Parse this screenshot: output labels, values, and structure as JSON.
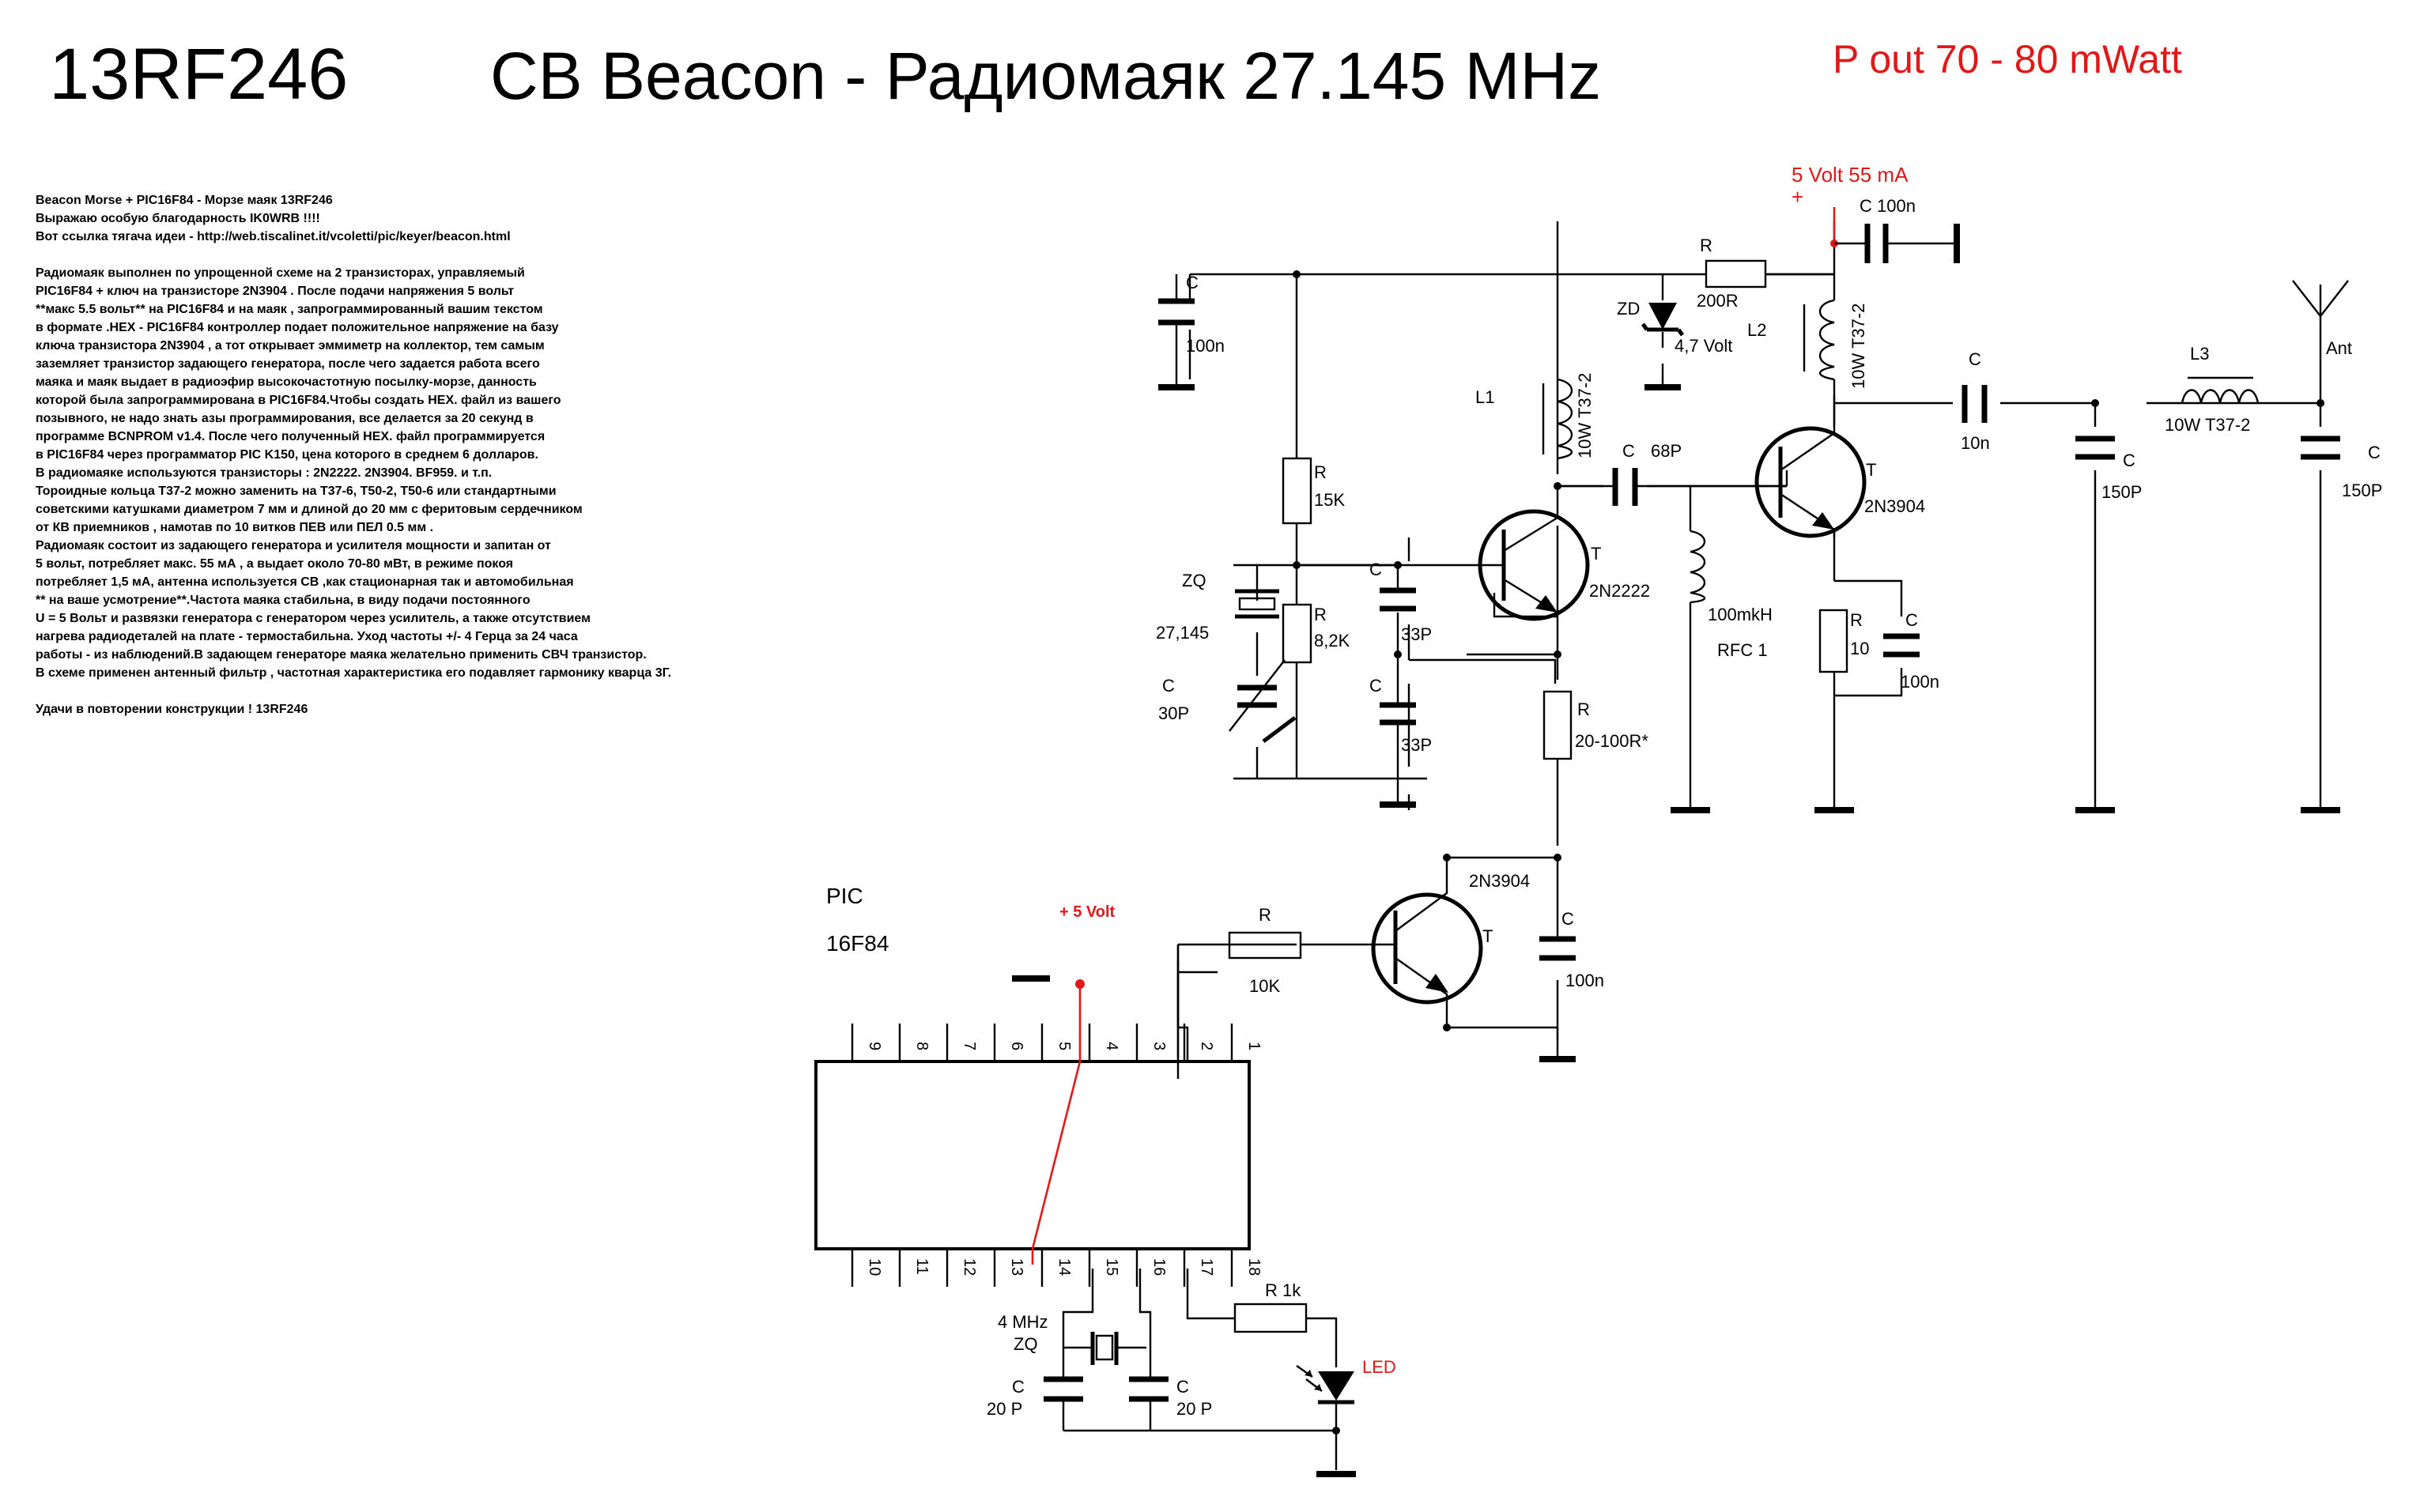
{
  "header": {
    "callsign": "13RF246",
    "title": "CB Beacon - Радиомаяк  27.145 MHz",
    "power": "P out 70 - 80 mWatt"
  },
  "notes": [
    "Beacon Morse + PIC16F84 - Морзе маяк 13RF246",
    "Выражаю особую благодарность IK0WRB !!!!",
    "Вот ссылка тягача идеи - http://web.tiscalinet.it/vcoletti/pic/keyer/beacon.html",
    "",
    "Радиомаяк выполнен по упрощенной схеме на 2 транзисторах, управляемый",
    " PIC16F84 + ключ на транзисторе 2N3904 . После подачи напряжения 5 вольт",
    " **макс 5.5 вольт** на PIC16F84 и на маяк , запрограммированный вашим текстом",
    "  в формате .HEX - PIC16F84 контроллер подает положительное напряжение на базу",
    "  ключа транзистора 2N3904  , а тот открывает эммиметр на коллектор, тем самым",
    "  заземляет транзистор задающего генератора, после чего задается работа всего",
    "  маяка и маяк выдает в радиоэфир высокочастотную посылку-морзе, данность",
    " которой была запрограммирована в  PIC16F84.Чтобы создать HEX. файл из вашего",
    "  позывного, не надо знать азы программирования, все делается за 20 секунд в",
    " программе BCNPROM v1.4. После чего полученный HEX. файл программируется",
    "  в PIC16F84 через программатор PIC K150, цена которого в среднем 6 долларов.",
    "  В радиомаяке используются транзисторы : 2N2222. 2N3904. BF959. и т.п.",
    " Тороидные кольца Т37-2 можно заменить на Т37-6, Т50-2, Т50-6 или стандартными",
    "  советскими катушками диаметром 7 мм и длиной до 20 мм с феритовым сердечником",
    "  от КВ приемников , намотав по 10 витков ПЕВ или ПЕЛ 0.5 мм .",
    " Радиомаяк состоит из задающего генератора и усилителя мощности и запитан от",
    "  5 вольт, потребляет макс. 55 мА , а выдает около 70-80 мВт, в режиме покоя",
    " потребляет 1,5 мА, антенна используется СВ ,как стационарная так и автомобильная",
    "  ** на ваше усмотрение**.Частота маяка стабильна, в виду подачи постоянного",
    "  U = 5 Вольт и развязки генератора с генератором через усилитель, а также отсутствием",
    "  нагрева радиодеталей на плате - термостабильна. Уход частоты +/- 4 Герца за 24 часа",
    "  работы - из наблюдений.В задающем генераторе маяка желательно применить СВЧ транзистор.",
    " В схеме применен антенный фильтр , частотная характеристика его подавляет гармонику кварца 3Г.",
    "",
    " Удачи в повторении конструкции ! 13RF246"
  ],
  "labels": {
    "supply": "5 Volt 55 mA",
    "plus": "+",
    "c_in": "C",
    "c_in_val": "100n",
    "c_sup": "C 100n",
    "r_ser": "R",
    "r_ser_val": "200R",
    "zd": "ZD",
    "zd_val": "4,7 Volt",
    "l2": "L2",
    "l2_val": "10W T37-2",
    "l1": "L1",
    "l1_val": "10W T37-2",
    "c68": "C",
    "c68_val": "68P",
    "t2_t": "T",
    "t2_type": "2N3904",
    "rfc": "100mkH",
    "rfc_name": "RFC 1",
    "re_r": "R",
    "re_val": "10",
    "ce_c": "C",
    "ce_val": "100n",
    "c10n": "C",
    "c10n_val": "10n",
    "l3": "L3",
    "l3_val": "10W T37-2",
    "cf1": "C",
    "cf1_val": "150P",
    "cf2": "C",
    "cf2_val": "150P",
    "ant": "Ant",
    "r15": "R",
    "r15_val": "15K",
    "r82": "R",
    "r82_val": "8,2K",
    "zq": "ZQ",
    "zq_val": "27,145",
    "ctrim": "C",
    "ctrim_val": "30P",
    "c33a": "C",
    "c33a_val": "33P",
    "c33b": "C",
    "c33b_val": "33P",
    "t1_t": "T",
    "t1_type": "2N2222",
    "r20": "R",
    "r20_val": "20-100R*",
    "t3_type": "2N3904",
    "t3_t": "T",
    "ck": "C",
    "ck_val": "100n",
    "rb": "R",
    "rb_val": "10K",
    "pic": "PIC",
    "pic_model": "16F84",
    "pic_supply": "+ 5 Volt",
    "xtal": "4 MHz",
    "xtal_zq": "ZQ",
    "cx1": "C",
    "cx1_val": "20 P",
    "cx2": "C",
    "cx2_val": "20 P",
    "rled": "R 1k",
    "led": "LED"
  },
  "pins_top": [
    "9",
    "8",
    "7",
    "6",
    "5",
    "4",
    "3",
    "2",
    "1"
  ],
  "pins_bottom": [
    "10",
    "11",
    "12",
    "13",
    "14",
    "15",
    "16",
    "17",
    "18"
  ],
  "colors": {
    "line": "#000000",
    "accent": "#e01818"
  }
}
